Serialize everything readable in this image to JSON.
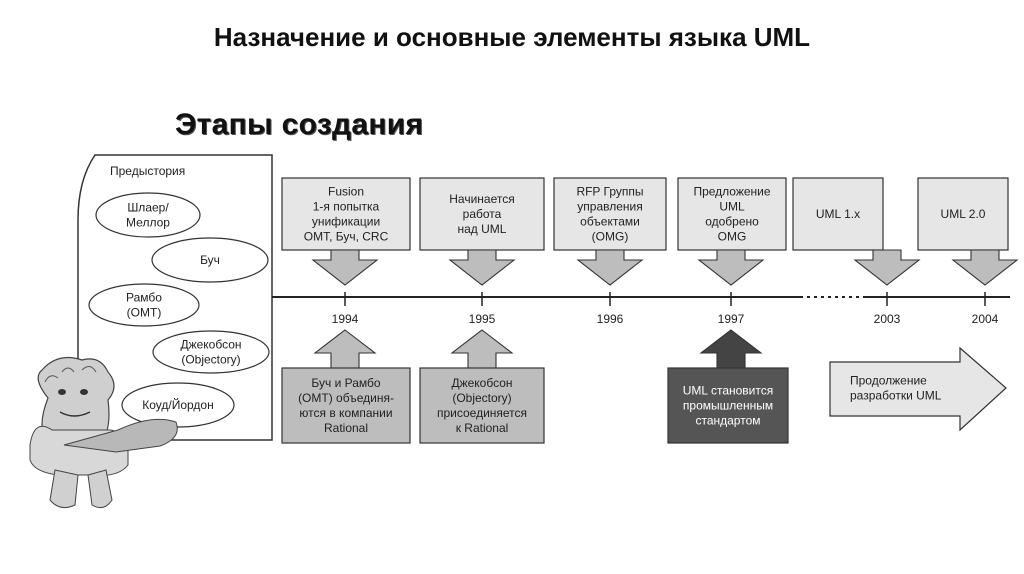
{
  "title": "Назначение и основные элементы языка UML",
  "subtitle": "Этапы создания",
  "prehistory": {
    "label": "Предыстория",
    "items": [
      [
        "Шлаер/",
        "Меллор"
      ],
      [
        "Буч"
      ],
      [
        "Рамбо",
        "(OMT)"
      ],
      [
        "Джекобсон",
        "(Objectory)"
      ],
      [
        "Коуд/Йордон"
      ]
    ]
  },
  "years": [
    "1994",
    "1995",
    "1996",
    "1997",
    "2003",
    "2004"
  ],
  "top_boxes": [
    [
      "Fusion",
      "1-я попытка",
      "унификации",
      "OMT, Буч, CRC"
    ],
    [
      "Начинается",
      "работа",
      "над UML"
    ],
    [
      "RFP Группы",
      "управления",
      "объектами",
      "(OMG)"
    ],
    [
      "Предложение",
      "UML",
      "одобрено",
      "OMG"
    ],
    [
      "UML 1.x"
    ],
    [
      "UML 2.0"
    ]
  ],
  "bottom_boxes": [
    [
      "Буч и Рамбо",
      "(OMT) объединя-",
      "ются в компании",
      "Rational"
    ],
    [
      "Джекобсон",
      "(Objectory)",
      "присоединяется",
      "к Rational"
    ],
    [
      "UML становится",
      "промышленным",
      "стандартом"
    ]
  ],
  "continuation": [
    "Продолжение",
    "разработки UML"
  ],
  "colors": {
    "box_fill": "#e6e6e6",
    "arrow_fill": "#bdbdbd",
    "dark_fill": "#555555",
    "dark_text": "#ffffff"
  }
}
